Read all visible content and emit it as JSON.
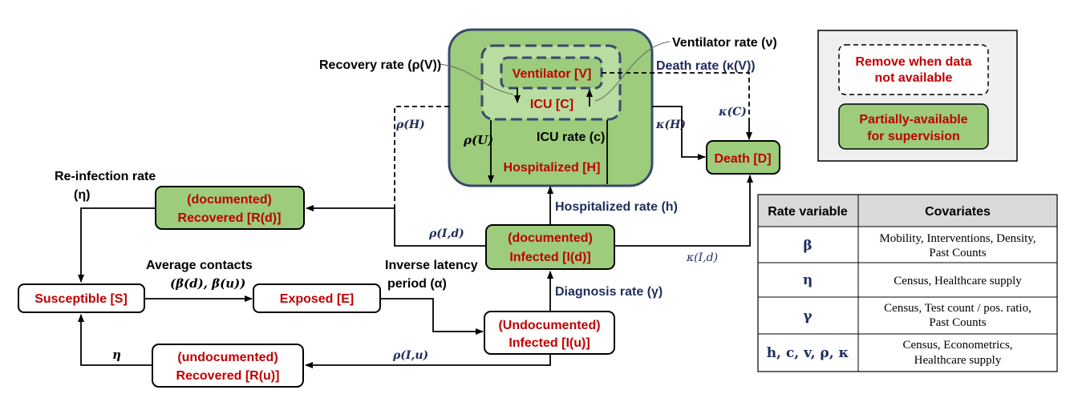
{
  "nodes": {
    "ventilator": "Ventilator [V]",
    "icu": "ICU [C]",
    "hospitalized": "Hospitalized [H]",
    "death": "Death [D]",
    "recovered_doc_1": "(documented)",
    "recovered_doc_2": "Recovered [R(d)]",
    "infected_doc_1": "(documented)",
    "infected_doc_2": "Infected [I(d)]",
    "susceptible": "Susceptible [S]",
    "exposed": "Exposed [E]",
    "infected_undoc_1": "(Undocumented)",
    "infected_undoc_2": "Infected [I(u)]",
    "recovered_undoc_1": "(undocumented)",
    "recovered_undoc_2": "Recovered [R(u)]"
  },
  "edges": {
    "ventilator_rate": "Ventilator rate (ν)",
    "recovery_rate": "Recovery rate (ρ(V))",
    "death_rate": "Death rate (κ(V))",
    "kappa_c": "κ(C)",
    "kappa_h": "κ(H)",
    "rho_h": "ρ(H)",
    "rho_u": "ρ(U)",
    "icu_rate": "ICU rate (c)",
    "reinfection_1": "Re-infection rate",
    "reinfection_2": "(η)",
    "rho_id": "ρ(I,d)",
    "hospitalized_rate": "Hospitalized rate (h)",
    "kappa_id": "κ(I,d)",
    "avg_contacts_1": "Average contacts",
    "avg_contacts_2": "(β(d), β(u))",
    "inverse_latency_1": "Inverse latency",
    "inverse_latency_2": "period (α)",
    "diagnosis_rate": "Diagnosis rate (γ)",
    "rho_iu": "ρ(I,u)",
    "eta": "η"
  },
  "legend": {
    "remove_1": "Remove when data",
    "remove_2": "not available",
    "partial_1": "Partially-available",
    "partial_2": "for supervision"
  },
  "table": {
    "headers": [
      "Rate variable",
      "Covariates"
    ],
    "rows": [
      {
        "var": "β",
        "cov": [
          "Mobility, Interventions, Density,",
          "Past Counts"
        ]
      },
      {
        "var": "η",
        "cov": [
          "Census, Healthcare supply"
        ]
      },
      {
        "var": "γ",
        "cov": [
          "Census, Test count / pos. ratio,",
          "Past Counts"
        ]
      },
      {
        "var": "h, c, v, ρ, κ",
        "cov": [
          "Census, Econometrics,",
          "Healthcare supply"
        ]
      }
    ]
  },
  "colors": {
    "green_fill": "#9ccc7c",
    "hospital_border": "#3a4a6b",
    "red_text": "#c00000",
    "navy_text": "#1f2d5c",
    "legend_bg": "#efefef",
    "table_header_bg": "#d9d9d9"
  }
}
